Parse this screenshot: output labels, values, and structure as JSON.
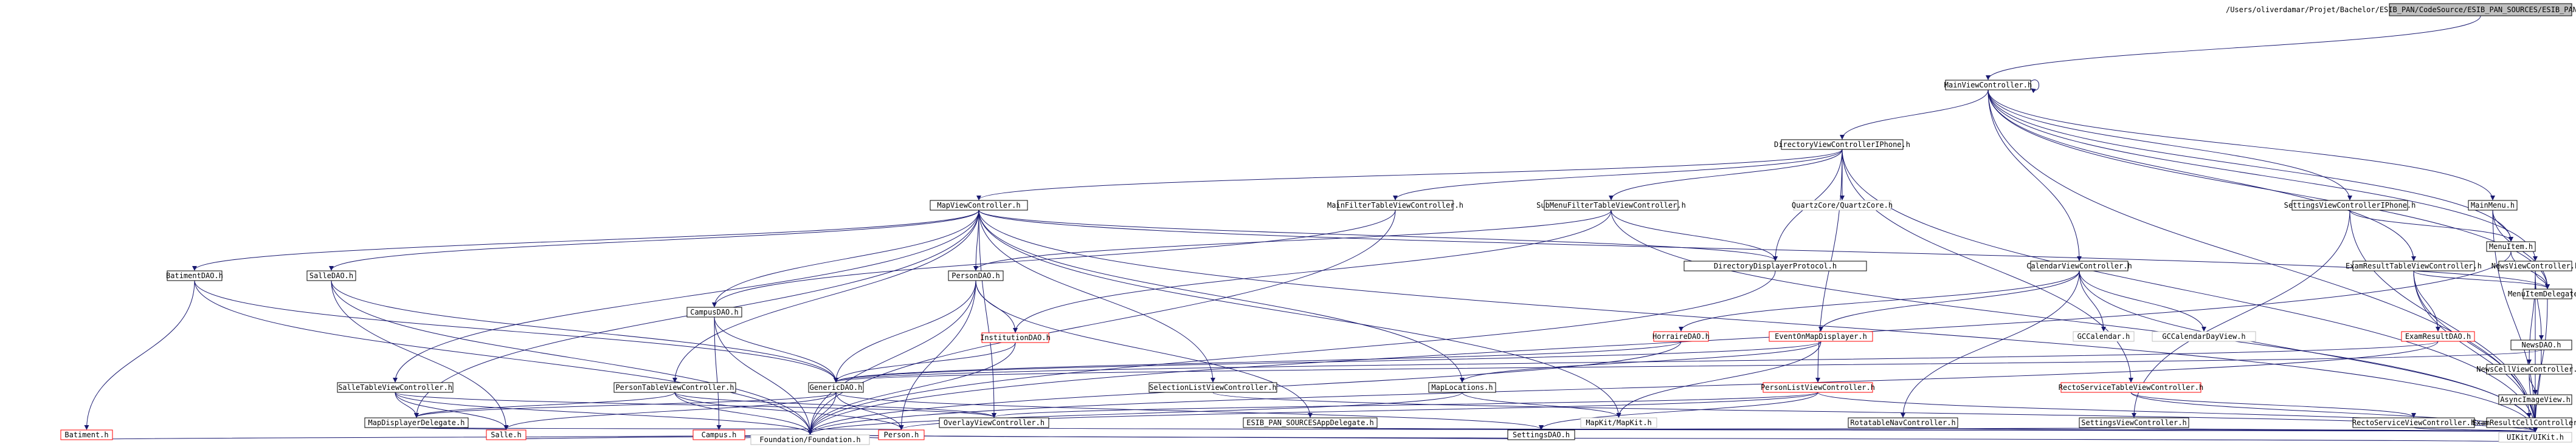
{
  "graph": {
    "nodes": [
      {
        "id": "root",
        "label": "/Users/oliverdamar/Projet/Bachelor/ESIB_PAN/CodeSource/ESIB_PAN_SOURCES/ESIB_PAN_SOURCES/iPhone/MainViewController.m",
        "style": "root"
      },
      {
        "id": "MainVC",
        "label": "MainViewController.h",
        "style": "normal"
      },
      {
        "id": "DirVC",
        "label": "DirectoryViewControllerIPhone.h",
        "style": "normal"
      },
      {
        "id": "MapVC",
        "label": "MapViewController.h",
        "style": "normal"
      },
      {
        "id": "MainFilter",
        "label": "MainFilterTableViewController.h",
        "style": "normal"
      },
      {
        "id": "SubMenu",
        "label": "SubMenuFilterTableViewController.h",
        "style": "normal"
      },
      {
        "id": "QuartzCore",
        "label": "QuartzCore/QuartzCore.h",
        "style": "grey"
      },
      {
        "id": "SettingsVCI",
        "label": "SettingsViewControllerIPhone.h",
        "style": "normal"
      },
      {
        "id": "MainMenu",
        "label": "MainMenu.h",
        "style": "normal"
      },
      {
        "id": "Batiment",
        "label": "BatimentDAO.h",
        "style": "normal"
      },
      {
        "id": "SalleDAO",
        "label": "SalleDAO.h",
        "style": "normal"
      },
      {
        "id": "PersonDAO",
        "label": "PersonDAO.h",
        "style": "normal"
      },
      {
        "id": "CampusDAO",
        "label": "CampusDAO.h",
        "style": "normal"
      },
      {
        "id": "DirDispProto",
        "label": "DirectoryDisplayerProtocol.h",
        "style": "normal"
      },
      {
        "id": "CalendarVC",
        "label": "CalendarViewController.h",
        "style": "normal"
      },
      {
        "id": "ExamResTVC",
        "label": "ExamResultTableViewController.h",
        "style": "normal"
      },
      {
        "id": "NewsVC",
        "label": "NewsViewController.h",
        "style": "normal"
      },
      {
        "id": "MenuItem",
        "label": "MenuItem.h",
        "style": "normal"
      },
      {
        "id": "MenuItemDel",
        "label": "MenuItemDelegate.h",
        "style": "normal"
      },
      {
        "id": "Institution",
        "label": "InstitutionDAO.h",
        "style": "red"
      },
      {
        "id": "Horraire",
        "label": "HorraireDAO.h",
        "style": "red"
      },
      {
        "id": "EventOnMap",
        "label": "EventOnMapDisplayer.h",
        "style": "red"
      },
      {
        "id": "GCCal",
        "label": "GCCalendar.h",
        "style": "grey"
      },
      {
        "id": "GCCalDay",
        "label": "GCCalendarDayView.h",
        "style": "grey"
      },
      {
        "id": "ExamRes",
        "label": "ExamResultDAO.h",
        "style": "red"
      },
      {
        "id": "NewsDAO",
        "label": "NewsDAO.h",
        "style": "normal"
      },
      {
        "id": "NewsCell",
        "label": "NewsCellViewController.h",
        "style": "normal"
      },
      {
        "id": "SalleTVC",
        "label": "SalleTableViewController.h",
        "style": "normal"
      },
      {
        "id": "PersonTVC",
        "label": "PersonTableViewController.h",
        "style": "normal"
      },
      {
        "id": "GenericDAO",
        "label": "GenericDAO.h",
        "style": "normal"
      },
      {
        "id": "SelListVC",
        "label": "SelectionListViewController.h",
        "style": "normal"
      },
      {
        "id": "MapLoc",
        "label": "MapLocations.h",
        "style": "normal"
      },
      {
        "id": "PersonListVC",
        "label": "PersonListViewController.h",
        "style": "red"
      },
      {
        "id": "RectoTVC",
        "label": "RectoServiceTableViewController.h",
        "style": "red"
      },
      {
        "id": "AsyncImg",
        "label": "AsyncImageView.h",
        "style": "normal"
      },
      {
        "id": "MapDispDel",
        "label": "MapDisplayerDelegate.h",
        "style": "normal"
      },
      {
        "id": "OverlayVC",
        "label": "OverlayViewController.h",
        "style": "normal"
      },
      {
        "id": "AppDel",
        "label": "ESIB_PAN_SOURCESAppDelegate.h",
        "style": "normal"
      },
      {
        "id": "MapKit",
        "label": "MapKit/MapKit.h",
        "style": "grey"
      },
      {
        "id": "Rotatable",
        "label": "RotatableNavController.h",
        "style": "normal"
      },
      {
        "id": "SettingsVC",
        "label": "SettingsViewController.h",
        "style": "normal"
      },
      {
        "id": "RectoVC",
        "label": "RectoServiceViewController.h",
        "style": "normal"
      },
      {
        "id": "ExamCell",
        "label": "ExamResultCellController.h",
        "style": "normal"
      },
      {
        "id": "BatimentH",
        "label": "Batiment.h",
        "style": "red"
      },
      {
        "id": "SalleH",
        "label": "Salle.h",
        "style": "red"
      },
      {
        "id": "CampusH",
        "label": "Campus.h",
        "style": "red"
      },
      {
        "id": "PersonH",
        "label": "Person.h",
        "style": "red"
      },
      {
        "id": "SettingsDAO",
        "label": "SettingsDAO.h",
        "style": "normal"
      },
      {
        "id": "UIKit",
        "label": "UIKit/UIKit.h",
        "style": "grey"
      },
      {
        "id": "Foundation",
        "label": "Foundation/Foundation.h",
        "style": "grey"
      }
    ],
    "edges": [
      [
        "root",
        "MainVC"
      ],
      [
        "MainVC",
        "MainVC"
      ],
      [
        "MainVC",
        "DirVC"
      ],
      [
        "MainVC",
        "CalendarVC"
      ],
      [
        "MainVC",
        "ExamResTVC"
      ],
      [
        "MainVC",
        "NewsVC"
      ],
      [
        "MainVC",
        "SettingsVCI"
      ],
      [
        "MainVC",
        "MainMenu"
      ],
      [
        "MainVC",
        "MenuItem"
      ],
      [
        "MainVC",
        "MenuItemDel"
      ],
      [
        "MainVC",
        "UIKit"
      ],
      [
        "DirVC",
        "MapVC"
      ],
      [
        "DirVC",
        "MainFilter"
      ],
      [
        "DirVC",
        "SubMenu"
      ],
      [
        "DirVC",
        "QuartzCore"
      ],
      [
        "DirVC",
        "DirDispProto"
      ],
      [
        "DirVC",
        "PersonListVC"
      ],
      [
        "DirVC",
        "RectoTVC"
      ],
      [
        "DirVC",
        "UIKit"
      ],
      [
        "MapVC",
        "Batiment"
      ],
      [
        "MapVC",
        "SalleDAO"
      ],
      [
        "MapVC",
        "PersonDAO"
      ],
      [
        "MapVC",
        "CampusDAO"
      ],
      [
        "MapVC",
        "DirDispProto"
      ],
      [
        "MapVC",
        "SalleTVC"
      ],
      [
        "MapVC",
        "PersonTVC"
      ],
      [
        "MapVC",
        "SelListVC"
      ],
      [
        "MapVC",
        "MapLoc"
      ],
      [
        "MapVC",
        "MapDispDel"
      ],
      [
        "MapVC",
        "OverlayVC"
      ],
      [
        "MapVC",
        "MapKit"
      ],
      [
        "MapVC",
        "MenuItemDel"
      ],
      [
        "MapVC",
        "UIKit"
      ],
      [
        "MainFilter",
        "CampusDAO"
      ],
      [
        "MainFilter",
        "Foundation"
      ],
      [
        "SubMenu",
        "Institution"
      ],
      [
        "SubMenu",
        "DirDispProto"
      ],
      [
        "SubMenu",
        "PersonDAO"
      ],
      [
        "SubMenu",
        "UIKit"
      ],
      [
        "SettingsVCI",
        "MenuItem"
      ],
      [
        "SettingsVCI",
        "SettingsVC"
      ],
      [
        "SettingsVCI",
        "UIKit"
      ],
      [
        "MainMenu",
        "MenuItem"
      ],
      [
        "MainMenu",
        "MenuItemDel"
      ],
      [
        "MainMenu",
        "UIKit"
      ],
      [
        "Batiment",
        "GenericDAO"
      ],
      [
        "Batiment",
        "BatimentH"
      ],
      [
        "Batiment",
        "Foundation"
      ],
      [
        "SalleDAO",
        "GenericDAO"
      ],
      [
        "SalleDAO",
        "SalleH"
      ],
      [
        "SalleDAO",
        "Foundation"
      ],
      [
        "PersonDAO",
        "GenericDAO"
      ],
      [
        "PersonDAO",
        "Institution"
      ],
      [
        "PersonDAO",
        "PersonH"
      ],
      [
        "PersonDAO",
        "Foundation"
      ],
      [
        "PersonDAO",
        "AppDel"
      ],
      [
        "CampusDAO",
        "GenericDAO"
      ],
      [
        "CampusDAO",
        "CampusH"
      ],
      [
        "CampusDAO",
        "Foundation"
      ],
      [
        "DirDispProto",
        "Foundation"
      ],
      [
        "CalendarVC",
        "Horraire"
      ],
      [
        "CalendarVC",
        "EventOnMap"
      ],
      [
        "CalendarVC",
        "GCCal"
      ],
      [
        "CalendarVC",
        "GCCalDay"
      ],
      [
        "CalendarVC",
        "Rotatable"
      ],
      [
        "CalendarVC",
        "UIKit"
      ],
      [
        "ExamResTVC",
        "ExamRes"
      ],
      [
        "ExamResTVC",
        "ExamCell"
      ],
      [
        "ExamResTVC",
        "MenuItemDel"
      ],
      [
        "ExamResTVC",
        "UIKit"
      ],
      [
        "NewsVC",
        "NewsDAO"
      ],
      [
        "NewsVC",
        "NewsCell"
      ],
      [
        "NewsVC",
        "AsyncImg"
      ],
      [
        "NewsVC",
        "MenuItemDel"
      ],
      [
        "NewsVC",
        "UIKit"
      ],
      [
        "MenuItem",
        "MenuItemDel"
      ],
      [
        "MenuItem",
        "Foundation"
      ],
      [
        "MenuItemDel",
        "UIKit"
      ],
      [
        "Institution",
        "GenericDAO"
      ],
      [
        "Institution",
        "Foundation"
      ],
      [
        "Horraire",
        "GenericDAO"
      ],
      [
        "Horraire",
        "Foundation"
      ],
      [
        "EventOnMap",
        "MapLoc"
      ],
      [
        "EventOnMap",
        "MapKit"
      ],
      [
        "EventOnMap",
        "GenericDAO"
      ],
      [
        "ExamRes",
        "GenericDAO"
      ],
      [
        "ExamRes",
        "Foundation"
      ],
      [
        "NewsDAO",
        "GenericDAO"
      ],
      [
        "NewsDAO",
        "UIKit"
      ],
      [
        "NewsCell",
        "AsyncImg"
      ],
      [
        "NewsCell",
        "UIKit"
      ],
      [
        "SalleTVC",
        "MapDispDel"
      ],
      [
        "SalleTVC",
        "SalleH"
      ],
      [
        "SalleTVC",
        "OverlayVC"
      ],
      [
        "SalleTVC",
        "Foundation"
      ],
      [
        "PersonTVC",
        "MapDispDel"
      ],
      [
        "PersonTVC",
        "PersonH"
      ],
      [
        "PersonTVC",
        "OverlayVC"
      ],
      [
        "PersonTVC",
        "Foundation"
      ],
      [
        "GenericDAO",
        "Foundation"
      ],
      [
        "GenericDAO",
        "SalleH"
      ],
      [
        "GenericDAO",
        "PersonH"
      ],
      [
        "GenericDAO",
        "SettingsDAO"
      ],
      [
        "GenericDAO",
        "MapDispDel"
      ],
      [
        "SelListVC",
        "UIKit"
      ],
      [
        "MapLoc",
        "MapKit"
      ],
      [
        "MapLoc",
        "Foundation"
      ],
      [
        "PersonListVC",
        "PersonH"
      ],
      [
        "PersonListVC",
        "OverlayVC"
      ],
      [
        "PersonListVC",
        "UIKit"
      ],
      [
        "PersonListVC",
        "SettingsDAO"
      ],
      [
        "RectoTVC",
        "RectoVC"
      ],
      [
        "RectoTVC",
        "UIKit"
      ],
      [
        "AsyncImg",
        "UIKit"
      ],
      [
        "MapDispDel",
        "SalleH"
      ],
      [
        "MapDispDel",
        "PersonH"
      ],
      [
        "OverlayVC",
        "UIKit"
      ],
      [
        "AppDel",
        "SettingsDAO"
      ],
      [
        "AppDel",
        "UIKit"
      ],
      [
        "Rotatable",
        "UIKit"
      ],
      [
        "SettingsVC",
        "SettingsDAO"
      ],
      [
        "SettingsVC",
        "UIKit"
      ],
      [
        "RectoVC",
        "UIKit"
      ],
      [
        "ExamCell",
        "UIKit"
      ],
      [
        "BatimentH",
        "Foundation"
      ],
      [
        "SalleH",
        "Foundation"
      ],
      [
        "CampusH",
        "Foundation"
      ],
      [
        "PersonH",
        "Foundation"
      ],
      [
        "SettingsDAO",
        "Foundation"
      ],
      [
        "UIKit",
        "Foundation"
      ]
    ]
  }
}
